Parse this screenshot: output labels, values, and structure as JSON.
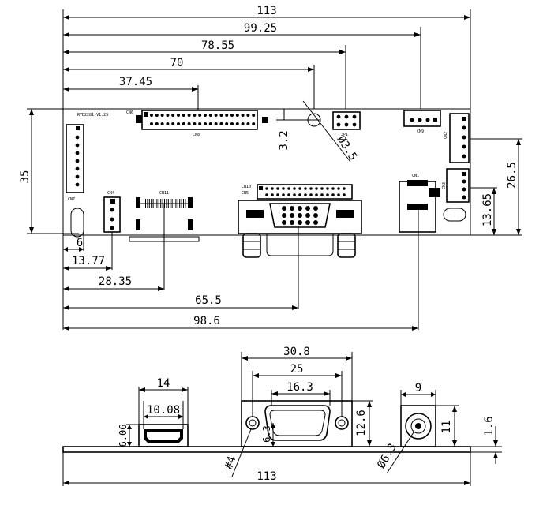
{
  "board_label": "RTD2281-V1.2S",
  "connector_labels": {
    "cn6": "CN6",
    "cn8": "CN8",
    "cn7": "CN7",
    "cn4": "CN4",
    "cn11": "CN11",
    "cn10": "CN10",
    "cn5": "CN5",
    "jp1": "JP1",
    "cn9": "CN9",
    "cn2": "CN2",
    "cn1": "CN1",
    "cn3": "CN3"
  },
  "top_view": {
    "dims_top": [
      "113",
      "99.25",
      "78.55",
      "70",
      "37.45"
    ],
    "dims_bottom": [
      "6",
      "13.77",
      "28.35",
      "65.5",
      "98.6"
    ],
    "dim_left": "35",
    "dims_right": [
      "26.5",
      "13.65"
    ],
    "hole_offset": "3.2",
    "hole_diameter": "Ø3.5"
  },
  "side_view": {
    "dims_top": [
      "30.8",
      "25",
      "16.3",
      "14",
      "10.08",
      "9"
    ],
    "dims_vertical": [
      "6.06",
      "6.3",
      "12.6",
      "11",
      "1.6"
    ],
    "screw_label": "#4",
    "jack_diameter": "Ø6.3",
    "overall_width": "113"
  }
}
